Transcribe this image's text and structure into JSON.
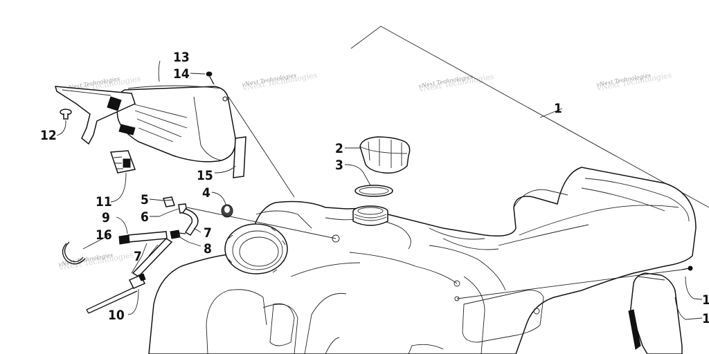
{
  "callouts": {
    "c1": "1",
    "c2": "2",
    "c3": "3",
    "c4": "4",
    "c5": "5",
    "c6": "6",
    "c7a": "7",
    "c7b": "7",
    "c8": "8",
    "c9": "9",
    "c10": "10",
    "c11": "11",
    "c12": "12",
    "c13": "13",
    "c14": "14",
    "c15": "15",
    "c16": "16",
    "cr1": "1",
    "cr2": "1"
  },
  "watermark": {
    "text": "vNext Technologies"
  }
}
